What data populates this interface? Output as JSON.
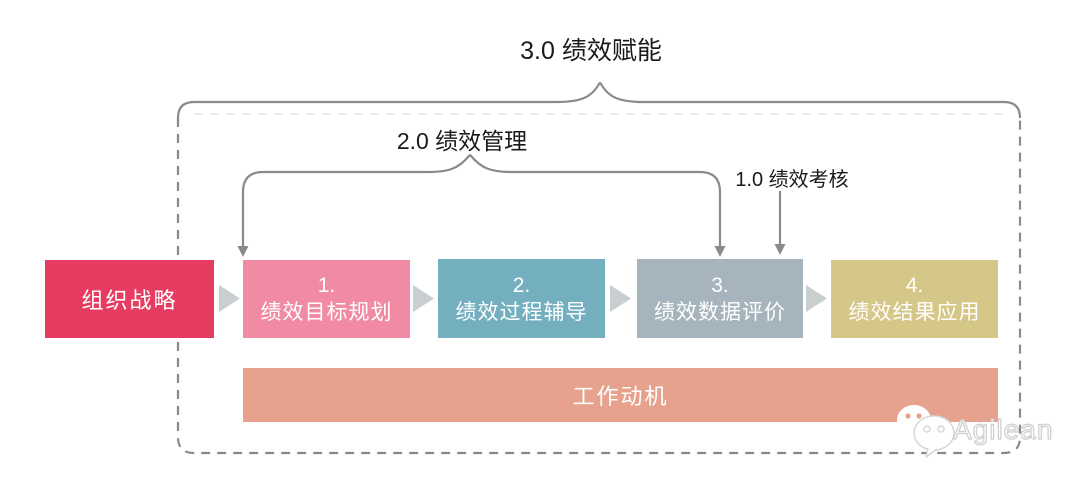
{
  "diagram": {
    "titles": {
      "level3": "3.0 绩效赋能",
      "level2": "2.0 绩效管理",
      "level1": "1.0 绩效考核"
    },
    "strategy": {
      "label": "组织战略",
      "color": "#e73c62"
    },
    "stages": [
      {
        "num": "1.",
        "label": "绩效目标规划",
        "color": "#f18aa3"
      },
      {
        "num": "2.",
        "label": "绩效过程辅导",
        "color": "#74afc0"
      },
      {
        "num": "3.",
        "label": "绩效数据评价",
        "color": "#a6b5bd"
      },
      {
        "num": "4.",
        "label": "绩效结果应用",
        "color": "#d5c787"
      }
    ],
    "motivation": {
      "label": "工作动机",
      "color": "#e6a28d"
    },
    "logo": {
      "text": "Agilean"
    },
    "colors": {
      "connector_line": "#8a8a8a",
      "flow_arrow": "#c9ced1",
      "dashed_border": "#8a8a8a",
      "title_text": "#1a1a1a"
    }
  }
}
